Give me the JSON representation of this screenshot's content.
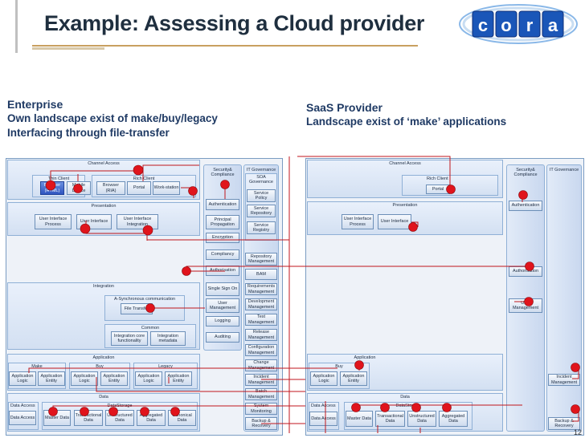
{
  "title": "Example: Assessing a Cloud provider",
  "logo": {
    "text": "cora",
    "letters": [
      "c",
      "o",
      "r",
      "a"
    ]
  },
  "left_heading": {
    "line1": "Enterprise",
    "line2": "Own landscape exist of make/buy/legacy",
    "line3": "Interfacing through file-transfer"
  },
  "right_heading": {
    "line1": "SaaS Provider",
    "line2": "Landscape exist of ‘make’ applications"
  },
  "enterprise": {
    "channel_access": "Channel Access",
    "thin_client": "Thin Client",
    "rich_client": "Rich Client",
    "browser_html": "Browser (HTML)",
    "mobile_device": "Mobile Device",
    "browser_ria": "Browser (RIA)",
    "portal": "Portal",
    "workstation": "Work-station",
    "presentation": "Presentation",
    "ui_process": "User Interface Process",
    "user_interface": "User Interface",
    "ui_integration": "User Interface Integration",
    "integration": "Integration",
    "async": "A-Synchronous communication",
    "file_transfer": "File Transfer",
    "common": "Common",
    "integration_core": "Integration core functionality",
    "integration_metadata": "Integration metadata",
    "application": "Application",
    "make": "Make",
    "buy": "Buy",
    "legacy": "Legacy",
    "app_logic": "Application Logic",
    "app_entity": "Application Entity",
    "data": "Data",
    "data_access": "Data Access",
    "data_storage": "DataStorage",
    "master_data": "Master Data",
    "transactional_data": "Transactional Data",
    "unstructured_data": "Unstructured Data",
    "aggregated_data": "Aggregated Data",
    "canonical_data": "Canonical Data",
    "security": "Security& Compliance",
    "authentication": "Authentication",
    "principal_propagation": "Principal Propagation",
    "encryption": "Encryption",
    "compliancy": "Compliancy",
    "authorisation": "Authorisation",
    "single_sign_on": "Single Sign On",
    "user_management": "User Management",
    "logging": "Logging",
    "auditing": "Auditing",
    "it_governance": "IT Governance",
    "soa_governance": "SOA Governance",
    "service_policy": "Service Policy",
    "service_repository": "Service Repository",
    "service_registry": "Service Registry",
    "repository_management": "Repository Management",
    "bam": "BAM",
    "requirements_management": "Requirements Management",
    "development_management": "Development Management",
    "test_management": "Test Management",
    "release_management": "Release Management",
    "configuration_management": "Configuration Management",
    "change_management": "Change Management",
    "incident_management": "Incident Management",
    "batch_management": "Batch Management",
    "system_monitoring": "System Monitoring",
    "backup_recovery": "Backup & Recovery"
  },
  "saas": {
    "channel_access": "Channel Access",
    "rich_client": "Rich Client",
    "portal": "Portal",
    "presentation": "Presentation",
    "ui_process": "User Interface Process",
    "user_interface": "User Interface",
    "application": "Application",
    "buy": "Buy",
    "app_logic": "Application Logic",
    "app_entity": "Application Entity",
    "data": "Data",
    "data_access": "Data Access",
    "data_storage": "DataStorage",
    "master_data": "Master Data",
    "transactional_data": "Transactional Data",
    "unstructured_data": "Unstructured Data",
    "aggregated_data": "Aggregated Data",
    "security": "Security& Compliance",
    "it_governance": "IT Governance",
    "authentication": "Authentication",
    "authorisation": "Authorisation",
    "user_management": "User Management",
    "incident_management": "Incident Management",
    "backup_recovery": "Backup & Recovery"
  },
  "page_number": "12",
  "colors": {
    "title": "#1f2f3f",
    "heading": "#1f3a64",
    "wire": "#c0161c",
    "marker": "#e0141c",
    "logo_blue": "#1a56b8"
  }
}
